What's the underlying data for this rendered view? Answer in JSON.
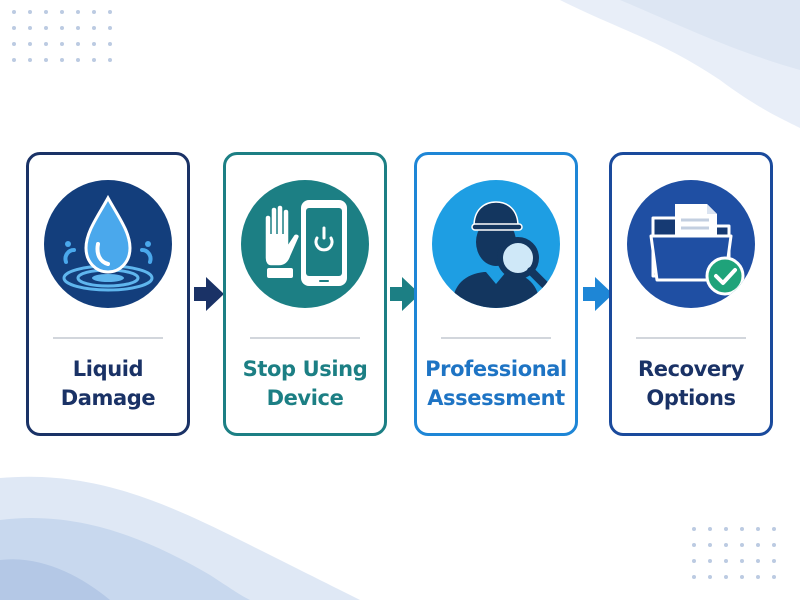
{
  "steps": [
    {
      "line1": "Liquid",
      "line2": "Damage",
      "icon": "water-drop-splash-icon",
      "border": "#1a3266",
      "text": "#1a3266",
      "circle": "#133e7c"
    },
    {
      "line1": "Stop Using",
      "line2": "Device",
      "icon": "hand-stop-phone-power-icon",
      "border": "#1c7f84",
      "text": "#1c7f84",
      "circle": "#1c7f84"
    },
    {
      "line1": "Professional",
      "line2": "Assessment",
      "icon": "technician-magnifier-icon",
      "border": "#1e86d6",
      "text": "#1e74c4",
      "circle": "#1e9ee3"
    },
    {
      "line1": "Recovery",
      "line2": "Options",
      "icon": "folder-checkmark-icon",
      "border": "#1a4a9c",
      "text": "#1a3266",
      "circle": "#1f4fa3"
    }
  ],
  "arrow_colors": [
    "#1a3266",
    "#1c7f84",
    "#1e86d6"
  ],
  "colors": {
    "navy": "#1a3266",
    "teal": "#1c7f84",
    "sky": "#1e9ee3",
    "royal": "#1f4fa3",
    "check": "#1fa37a"
  }
}
